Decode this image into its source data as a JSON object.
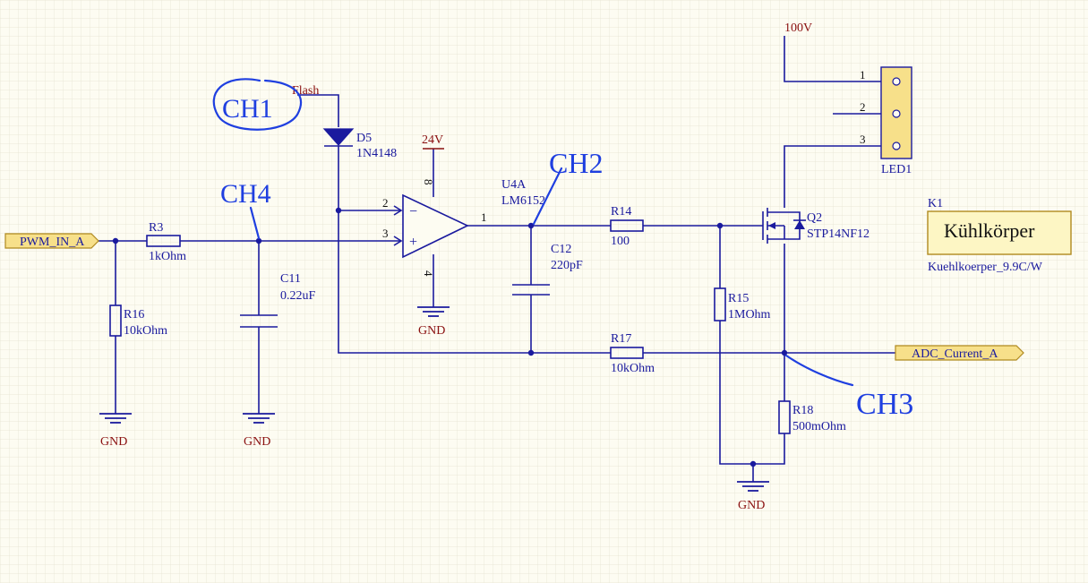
{
  "ports": {
    "pwm_in": "PWM_IN_A",
    "adc_current": "ADC_Current_A"
  },
  "power": {
    "v24": "24V",
    "v100": "100V",
    "gnd": "GND"
  },
  "nets": {
    "flash": "Flash"
  },
  "components": {
    "r3": {
      "designator": "R3",
      "value": "1kOhm"
    },
    "r16": {
      "designator": "R16",
      "value": "10kOhm"
    },
    "c11": {
      "designator": "C11",
      "value": "0.22uF"
    },
    "d5": {
      "designator": "D5",
      "value": "1N4148"
    },
    "u4a": {
      "designator": "U4A",
      "value": "LM6152",
      "pin_in_minus": "2",
      "pin_in_plus": "3",
      "pin_out": "1",
      "pin_vcc": "8",
      "pin_gnd": "4"
    },
    "c12": {
      "designator": "C12",
      "value": "220pF"
    },
    "r14": {
      "designator": "R14",
      "value": "100"
    },
    "r17": {
      "designator": "R17",
      "value": "10kOhm"
    },
    "r15": {
      "designator": "R15",
      "value": "1MOhm"
    },
    "r18": {
      "designator": "R18",
      "value": "500mOhm"
    },
    "q2": {
      "designator": "Q2",
      "value": "STP14NF12"
    },
    "led1": {
      "designator": "LED1",
      "pins": [
        "1",
        "2",
        "3"
      ]
    },
    "k1": {
      "designator": "K1",
      "label": "Kühlkörper",
      "value": "Kuehlkoerper_9.9C/W"
    }
  },
  "probes": {
    "ch1": "CH1",
    "ch2": "CH2",
    "ch3": "CH3",
    "ch4": "CH4"
  },
  "colors": {
    "background": "#fdfcf2",
    "grid": "#e4e2d0",
    "wire": "#1a1a9e",
    "power_label": "#8a1010",
    "port_fill": "#f7e08a",
    "port_stroke": "#b08a20",
    "handwriting": "#1f3fe0",
    "heatsink_fill": "#fdf6c4"
  }
}
